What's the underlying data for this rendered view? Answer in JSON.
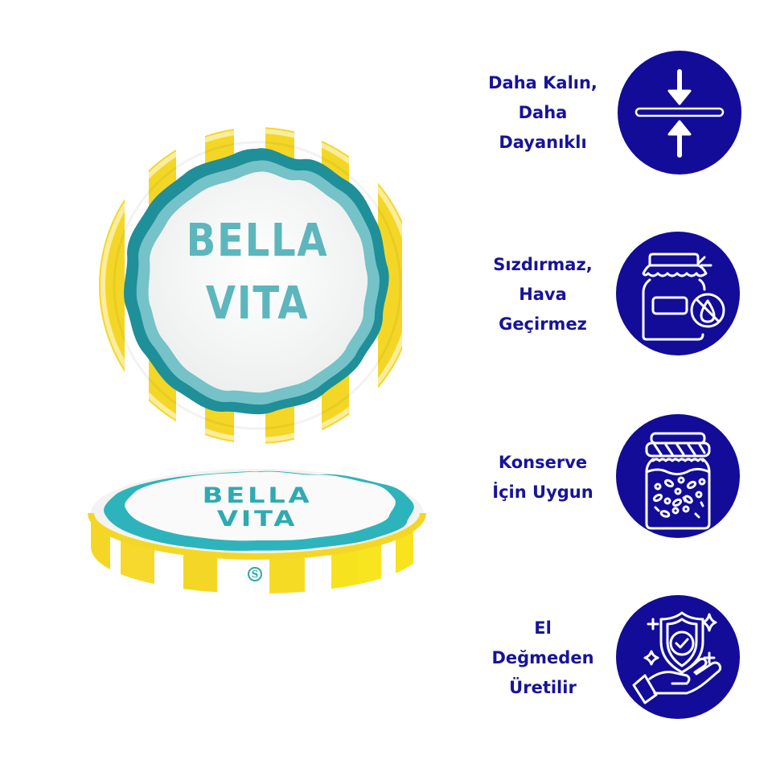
{
  "product": {
    "top_lid": {
      "line1": "BELLA",
      "line2": "VITA"
    },
    "bottom_lid": {
      "line1": "BELLA",
      "line2": "VITA",
      "brand_mark": "S"
    },
    "colors": {
      "stripe_yellow": "#f4d726",
      "teal_dark": "#1f8f99",
      "teal_light": "#6fbcc4",
      "text_teal": "#5db6bd"
    }
  },
  "features": [
    {
      "lines": [
        "Daha Kalın,",
        "Daha",
        "Dayanıklı"
      ],
      "icon": "compress-arrows-icon"
    },
    {
      "lines": [
        "Sızdırmaz,",
        "Hava",
        "Geçirmez"
      ],
      "icon": "jar-no-leak-icon"
    },
    {
      "lines": [
        "Konserve",
        "İçin Uygun"
      ],
      "icon": "preserve-jar-icon"
    },
    {
      "lines": [
        "El",
        "Değmeden",
        "Üretilir"
      ],
      "icon": "hand-shield-check-icon"
    }
  ],
  "theme": {
    "feature_text_color": "#17139a",
    "icon_circle_color": "#120c98"
  }
}
